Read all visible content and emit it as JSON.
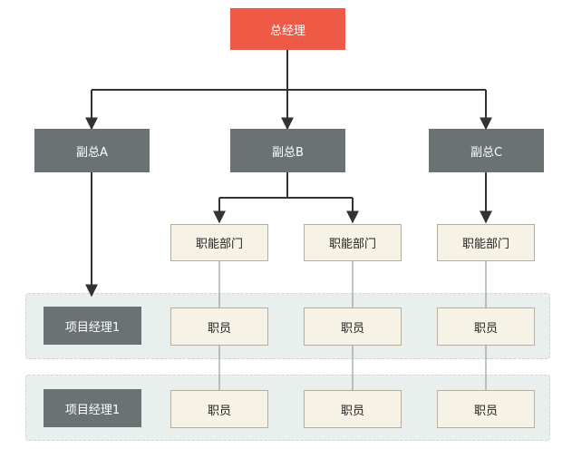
{
  "ceo": {
    "label": "总经理"
  },
  "vps": [
    {
      "label": "副总A"
    },
    {
      "label": "副总B"
    },
    {
      "label": "副总C"
    }
  ],
  "departments": [
    {
      "label": "职能部门"
    },
    {
      "label": "职能部门"
    },
    {
      "label": "职能部门"
    }
  ],
  "rows": [
    {
      "manager": "项目经理1",
      "staff": [
        "职员",
        "职员",
        "职员"
      ]
    },
    {
      "manager": "项目经理1",
      "staff": [
        "职员",
        "职员",
        "职员"
      ]
    }
  ],
  "colors": {
    "ceo": "#ef5a47",
    "vp": "#6b7273",
    "node_fill": "#f7f2e6",
    "band_fill": "#e9efed",
    "connector": "#333333"
  }
}
